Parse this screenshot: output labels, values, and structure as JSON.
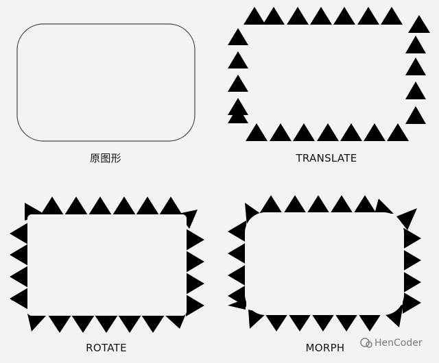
{
  "panels": {
    "original": {
      "label": "原图形"
    },
    "translate": {
      "label": "TRANSLATE"
    },
    "rotate": {
      "label": "ROTATE"
    },
    "morph": {
      "label": "MORPH"
    }
  },
  "watermark": {
    "text": "HenCoder"
  },
  "colors": {
    "background": "#f3f3f3",
    "stroke": "#444444",
    "fill": "#000000",
    "panel_fill": "#f3f3f3",
    "watermark": "#7a7a7a"
  },
  "effects": {
    "dash_shape": "triangle",
    "dash_count_per_side_horizontal": 7,
    "dash_count_per_side_vertical": 5
  }
}
